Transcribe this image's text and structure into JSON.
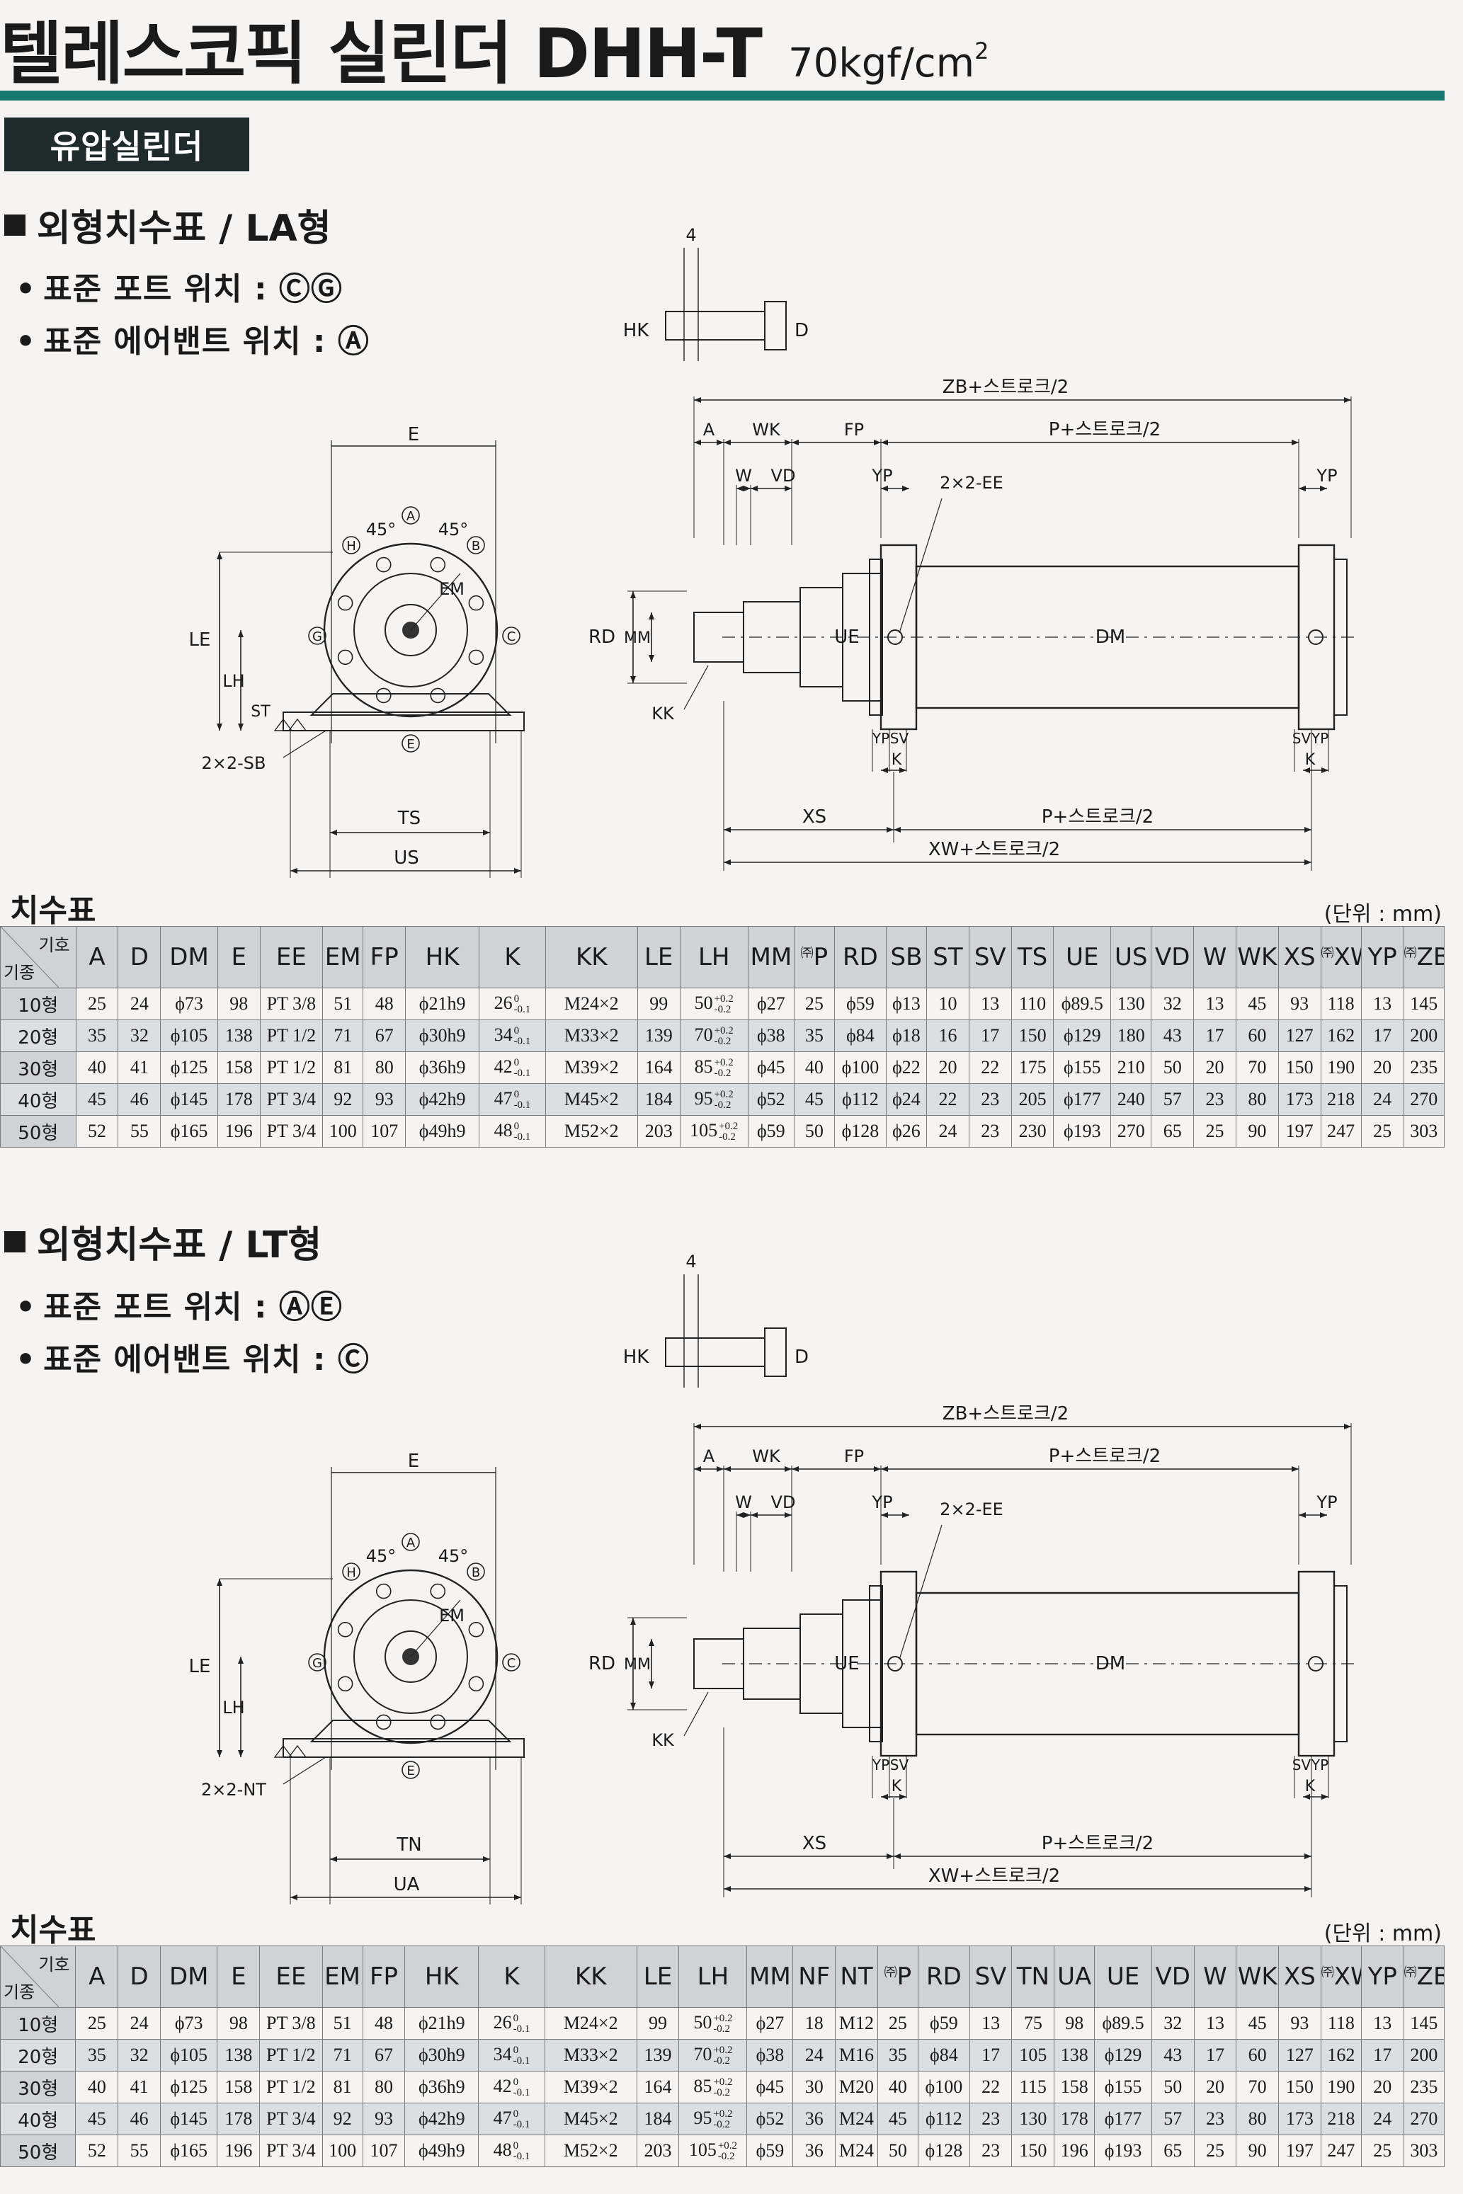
{
  "title": {
    "main": "텔레스코픽 실린더 DHH-T",
    "pressure": "70kgf/cm",
    "pressure_sup": "2"
  },
  "category": "유압실린더",
  "sections": [
    {
      "heading": "외형치수표 / LA형",
      "port_label": "표준 포트 위치 : ⒸⒼ",
      "vent_label": "표준 에어밴트 위치 : Ⓐ",
      "table_title": "치수표",
      "unit": "(단위 : mm)",
      "drawing_labels": {
        "sub_dim_top": "4",
        "sub_hk": "HK",
        "sub_d": "D",
        "e": "E",
        "le": "LE",
        "lh": "LH",
        "st": "ST",
        "mount": "2×2-SB",
        "span_inner": "TS",
        "span_outer": "US",
        "em": "EM",
        "angle_left": "45°",
        "angle_right": "45°",
        "port_a": "A",
        "port_b": "B",
        "port_c": "C",
        "port_e": "E",
        "port_g": "G",
        "port_h": "H",
        "zb": "ZB+스트로크/2",
        "a": "A",
        "wk": "WK",
        "fp": "FP",
        "p_top": "P+스트로크/2",
        "w": "W",
        "vd": "VD",
        "yp_left": "YP",
        "yp_right": "YP",
        "ee": "2×2-EE",
        "rd": "RD",
        "mm": "MM",
        "ue": "UE",
        "dm": "DM",
        "kk": "KK",
        "yp_bottom_left": "YP",
        "sv_bottom_left": "SV",
        "k_left": "K",
        "sv_bottom_right": "SV",
        "yp_bottom_right": "YP",
        "k_right": "K",
        "xs": "XS",
        "p_bottom": "P+스트로크/2",
        "xw": "XW+스트로크/2"
      },
      "columns": [
        "A",
        "D",
        "DM",
        "E",
        "EE",
        "EM",
        "FP",
        "HK",
        "K",
        "KK",
        "LE",
        "LH",
        "MM",
        "P",
        "RD",
        "SB",
        "ST",
        "SV",
        "TS",
        "UE",
        "US",
        "VD",
        "W",
        "WK",
        "XS",
        "XW",
        "YP",
        "ZB"
      ],
      "starred": [
        "P",
        "XW",
        "ZB"
      ],
      "star_mark": "㈜",
      "corner": {
        "top": "기호",
        "bottom": "기종"
      },
      "rows": [
        {
          "model": "10형",
          "A": "25",
          "D": "24",
          "DM": "ϕ73",
          "E": "98",
          "EE": "PT 3/8",
          "EM": "51",
          "FP": "48",
          "HK": "ϕ21h9",
          "K": "26",
          "K_tol": [
            "0",
            "-0.1"
          ],
          "KK": "M24×2",
          "LE": "99",
          "LH": "50",
          "LH_tol": [
            "+0.2",
            "-0.2"
          ],
          "MM": "ϕ27",
          "P": "25",
          "RD": "ϕ59",
          "SB": "ϕ13",
          "ST": "10",
          "SV": "13",
          "TS": "110",
          "UE": "ϕ89.5",
          "US": "130",
          "VD": "32",
          "W": "13",
          "WK": "45",
          "XS": "93",
          "XW": "118",
          "YP": "13",
          "ZB": "145"
        },
        {
          "model": "20형",
          "A": "35",
          "D": "32",
          "DM": "ϕ105",
          "E": "138",
          "EE": "PT 1/2",
          "EM": "71",
          "FP": "67",
          "HK": "ϕ30h9",
          "K": "34",
          "K_tol": [
            "0",
            "-0.1"
          ],
          "KK": "M33×2",
          "LE": "139",
          "LH": "70",
          "LH_tol": [
            "+0.2",
            "-0.2"
          ],
          "MM": "ϕ38",
          "P": "35",
          "RD": "ϕ84",
          "SB": "ϕ18",
          "ST": "16",
          "SV": "17",
          "TS": "150",
          "UE": "ϕ129",
          "US": "180",
          "VD": "43",
          "W": "17",
          "WK": "60",
          "XS": "127",
          "XW": "162",
          "YP": "17",
          "ZB": "200"
        },
        {
          "model": "30형",
          "A": "40",
          "D": "41",
          "DM": "ϕ125",
          "E": "158",
          "EE": "PT 1/2",
          "EM": "81",
          "FP": "80",
          "HK": "ϕ36h9",
          "K": "42",
          "K_tol": [
            "0",
            "-0.1"
          ],
          "KK": "M39×2",
          "LE": "164",
          "LH": "85",
          "LH_tol": [
            "+0.2",
            "-0.2"
          ],
          "MM": "ϕ45",
          "P": "40",
          "RD": "ϕ100",
          "SB": "ϕ22",
          "ST": "20",
          "SV": "22",
          "TS": "175",
          "UE": "ϕ155",
          "US": "210",
          "VD": "50",
          "W": "20",
          "WK": "70",
          "XS": "150",
          "XW": "190",
          "YP": "20",
          "ZB": "235"
        },
        {
          "model": "40형",
          "A": "45",
          "D": "46",
          "DM": "ϕ145",
          "E": "178",
          "EE": "PT 3/4",
          "EM": "92",
          "FP": "93",
          "HK": "ϕ42h9",
          "K": "47",
          "K_tol": [
            "0",
            "-0.1"
          ],
          "KK": "M45×2",
          "LE": "184",
          "LH": "95",
          "LH_tol": [
            "+0.2",
            "-0.2"
          ],
          "MM": "ϕ52",
          "P": "45",
          "RD": "ϕ112",
          "SB": "ϕ24",
          "ST": "22",
          "SV": "23",
          "TS": "205",
          "UE": "ϕ177",
          "US": "240",
          "VD": "57",
          "W": "23",
          "WK": "80",
          "XS": "173",
          "XW": "218",
          "YP": "24",
          "ZB": "270"
        },
        {
          "model": "50형",
          "A": "52",
          "D": "55",
          "DM": "ϕ165",
          "E": "196",
          "EE": "PT 3/4",
          "EM": "100",
          "FP": "107",
          "HK": "ϕ49h9",
          "K": "48",
          "K_tol": [
            "0",
            "-0.1"
          ],
          "KK": "M52×2",
          "LE": "203",
          "LH": "105",
          "LH_tol": [
            "+0.2",
            "-0.2"
          ],
          "MM": "ϕ59",
          "P": "50",
          "RD": "ϕ128",
          "SB": "ϕ26",
          "ST": "24",
          "SV": "23",
          "TS": "230",
          "UE": "ϕ193",
          "US": "270",
          "VD": "65",
          "W": "25",
          "WK": "90",
          "XS": "197",
          "XW": "247",
          "YP": "25",
          "ZB": "303"
        }
      ]
    },
    {
      "heading": "외형치수표 / LT형",
      "port_label": "표준 포트 위치 : ⒶⒺ",
      "vent_label": "표준 에어밴트 위치 : Ⓒ",
      "table_title": "치수표",
      "unit": "(단위 : mm)",
      "drawing_labels": {
        "sub_dim_top": "4",
        "sub_hk": "HK",
        "sub_d": "D",
        "e": "E",
        "le": "LE",
        "lh": "LH",
        "st": "",
        "mount": "2×2-NT",
        "span_inner": "TN",
        "span_outer": "UA",
        "em": "EM",
        "angle_left": "45°",
        "angle_right": "45°",
        "port_a": "A",
        "port_b": "B",
        "port_c": "C",
        "port_e": "E",
        "port_g": "G",
        "port_h": "H",
        "zb": "ZB+스트로크/2",
        "a": "A",
        "wk": "WK",
        "fp": "FP",
        "p_top": "P+스트로크/2",
        "w": "W",
        "vd": "VD",
        "yp_left": "YP",
        "yp_right": "YP",
        "ee": "2×2-EE",
        "rd": "RD",
        "mm": "MM",
        "ue": "UE",
        "dm": "DM",
        "kk": "KK",
        "yp_bottom_left": "YP",
        "sv_bottom_left": "SV",
        "k_left": "K",
        "sv_bottom_right": "SV",
        "yp_bottom_right": "YP",
        "k_right": "K",
        "xs": "XS",
        "p_bottom": "P+스트로크/2",
        "xw": "XW+스트로크/2"
      },
      "columns": [
        "A",
        "D",
        "DM",
        "E",
        "EE",
        "EM",
        "FP",
        "HK",
        "K",
        "KK",
        "LE",
        "LH",
        "MM",
        "NF",
        "NT",
        "P",
        "RD",
        "SV",
        "TN",
        "UA",
        "UE",
        "VD",
        "W",
        "WK",
        "XS",
        "XW",
        "YP",
        "ZB"
      ],
      "starred": [
        "P",
        "XW",
        "ZB"
      ],
      "star_mark": "㈜",
      "corner": {
        "top": "기호",
        "bottom": "기종"
      },
      "rows": [
        {
          "model": "10형",
          "A": "25",
          "D": "24",
          "DM": "ϕ73",
          "E": "98",
          "EE": "PT 3/8",
          "EM": "51",
          "FP": "48",
          "HK": "ϕ21h9",
          "K": "26",
          "K_tol": [
            "0",
            "-0.1"
          ],
          "KK": "M24×2",
          "LE": "99",
          "LH": "50",
          "LH_tol": [
            "+0.2",
            "-0.2"
          ],
          "MM": "ϕ27",
          "NF": "18",
          "NT": "M12",
          "P": "25",
          "RD": "ϕ59",
          "SV": "13",
          "TN": "75",
          "UA": "98",
          "UE": "ϕ89.5",
          "VD": "32",
          "W": "13",
          "WK": "45",
          "XS": "93",
          "XW": "118",
          "YP": "13",
          "ZB": "145"
        },
        {
          "model": "20형",
          "A": "35",
          "D": "32",
          "DM": "ϕ105",
          "E": "138",
          "EE": "PT 1/2",
          "EM": "71",
          "FP": "67",
          "HK": "ϕ30h9",
          "K": "34",
          "K_tol": [
            "0",
            "-0.1"
          ],
          "KK": "M33×2",
          "LE": "139",
          "LH": "70",
          "LH_tol": [
            "+0.2",
            "-0.2"
          ],
          "MM": "ϕ38",
          "NF": "24",
          "NT": "M16",
          "P": "35",
          "RD": "ϕ84",
          "SV": "17",
          "TN": "105",
          "UA": "138",
          "UE": "ϕ129",
          "VD": "43",
          "W": "17",
          "WK": "60",
          "XS": "127",
          "XW": "162",
          "YP": "17",
          "ZB": "200"
        },
        {
          "model": "30형",
          "A": "40",
          "D": "41",
          "DM": "ϕ125",
          "E": "158",
          "EE": "PT 1/2",
          "EM": "81",
          "FP": "80",
          "HK": "ϕ36h9",
          "K": "42",
          "K_tol": [
            "0",
            "-0.1"
          ],
          "KK": "M39×2",
          "LE": "164",
          "LH": "85",
          "LH_tol": [
            "+0.2",
            "-0.2"
          ],
          "MM": "ϕ45",
          "NF": "30",
          "NT": "M20",
          "P": "40",
          "RD": "ϕ100",
          "SV": "22",
          "TN": "115",
          "UA": "158",
          "UE": "ϕ155",
          "VD": "50",
          "W": "20",
          "WK": "70",
          "XS": "150",
          "XW": "190",
          "YP": "20",
          "ZB": "235"
        },
        {
          "model": "40형",
          "A": "45",
          "D": "46",
          "DM": "ϕ145",
          "E": "178",
          "EE": "PT 3/4",
          "EM": "92",
          "FP": "93",
          "HK": "ϕ42h9",
          "K": "47",
          "K_tol": [
            "0",
            "-0.1"
          ],
          "KK": "M45×2",
          "LE": "184",
          "LH": "95",
          "LH_tol": [
            "+0.2",
            "-0.2"
          ],
          "MM": "ϕ52",
          "NF": "36",
          "NT": "M24",
          "P": "45",
          "RD": "ϕ112",
          "SV": "23",
          "TN": "130",
          "UA": "178",
          "UE": "ϕ177",
          "VD": "57",
          "W": "23",
          "WK": "80",
          "XS": "173",
          "XW": "218",
          "YP": "24",
          "ZB": "270"
        },
        {
          "model": "50형",
          "A": "52",
          "D": "55",
          "DM": "ϕ165",
          "E": "196",
          "EE": "PT 3/4",
          "EM": "100",
          "FP": "107",
          "HK": "ϕ49h9",
          "K": "48",
          "K_tol": [
            "0",
            "-0.1"
          ],
          "KK": "M52×2",
          "LE": "203",
          "LH": "105",
          "LH_tol": [
            "+0.2",
            "-0.2"
          ],
          "MM": "ϕ59",
          "NF": "36",
          "NT": "M24",
          "P": "50",
          "RD": "ϕ128",
          "SV": "23",
          "TN": "150",
          "UA": "196",
          "UE": "ϕ193",
          "VD": "65",
          "W": "25",
          "WK": "90",
          "XS": "197",
          "XW": "247",
          "YP": "25",
          "ZB": "303"
        }
      ]
    }
  ]
}
